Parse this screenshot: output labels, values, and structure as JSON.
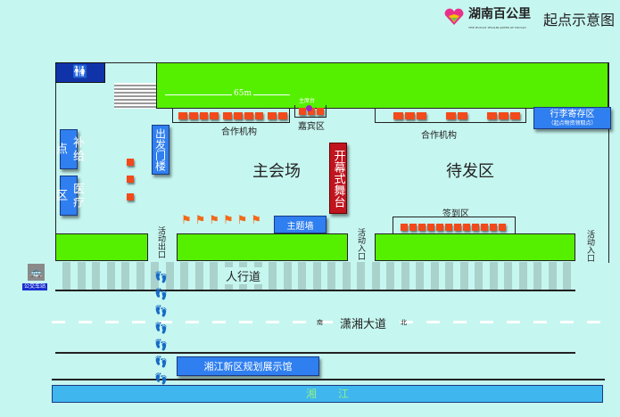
{
  "header": {
    "logo_text": "湖南百公里",
    "logo_subtitle": "THE HUNAN TRAILBLAZERS OF HUNAN",
    "title": "起点示意图"
  },
  "areas": {
    "partner_left": "合作机构",
    "partner_right": "合作机构",
    "guest": "嘉宾区",
    "guest_note": "主席台",
    "distance": "65m",
    "storage": "行李寄存区",
    "storage_sub": "（起点物资领取点）",
    "supply": "补给点",
    "medical": "医疗区",
    "start_gate": "出发门楼",
    "main_venue": "主会场",
    "waiting": "待发区",
    "stage": "开幕式舞台",
    "theme_wall": "主题墙",
    "signin": "签到区",
    "exit": "活动出口",
    "entrance1": "活动入口",
    "entrance2": "活动入口",
    "sidewalk": "人行道",
    "bus_stop": "公交车站",
    "road": "潇湘大道",
    "south": "南",
    "north": "北",
    "exhibition": "湘江新区规划展示馆",
    "river": "湘　　江"
  },
  "colors": {
    "background": "#c6f6f0",
    "green": "#55f000",
    "blue": "#2f7ff0",
    "red": "#c0141e"
  }
}
